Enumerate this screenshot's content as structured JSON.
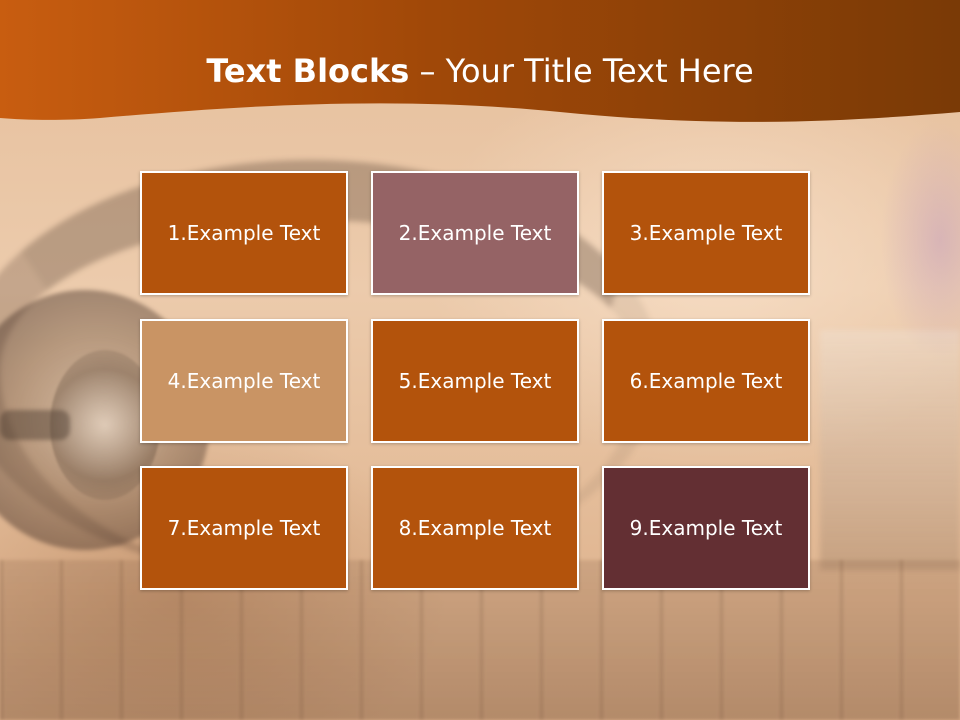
{
  "title": {
    "bold": "Text Blocks",
    "dash": " – ",
    "rest": "Your Title Text Here"
  },
  "colors": {
    "header_dark": "#7a3a06",
    "header_light": "#c85d10",
    "block_orange": "#b3530c",
    "block_mauve": "#956365",
    "block_tan": "#c99464",
    "block_maroon": "#632f33",
    "text": "#ffffff"
  },
  "blocks": [
    {
      "label": "1.Example Text",
      "color": "#b3530c"
    },
    {
      "label": "2.Example Text",
      "color": "#956365"
    },
    {
      "label": "3.Example Text",
      "color": "#b3530c"
    },
    {
      "label": "4.Example Text",
      "color": "#c99464"
    },
    {
      "label": "5.Example Text",
      "color": "#b3530c"
    },
    {
      "label": "6.Example Text",
      "color": "#b3530c"
    },
    {
      "label": "7.Example Text",
      "color": "#b3530c"
    },
    {
      "label": "8.Example Text",
      "color": "#b3530c"
    },
    {
      "label": "9.Example Text",
      "color": "#632f33"
    }
  ]
}
